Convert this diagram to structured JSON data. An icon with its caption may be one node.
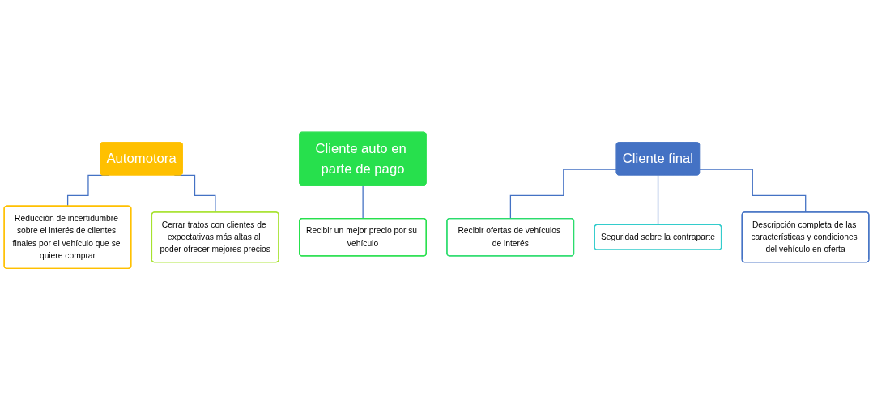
{
  "diagram": {
    "nodes": [
      {
        "text": [
          "Automotora"
        ]
      },
      {
        "text": [
          "Reducción de incertidumbre sobre el interés de clientes finales por el vehículo que se quiere comprar"
        ]
      },
      {
        "text": [
          "Cerrar tratos con clientes de expectativas más altas al poder ofrecer mejores precios"
        ]
      },
      {
        "text": [
          "Cliente auto en parte de pago"
        ]
      },
      {
        "text": [
          "Recibir un mejor precio por su vehículo"
        ]
      },
      {
        "text": [
          "Cliente final"
        ]
      },
      {
        "text": [
          "Recibir ofertas de vehículos de interés"
        ]
      },
      {
        "text": [
          "Seguridad sobre la contraparte"
        ]
      },
      {
        "text": [
          "Descripción completa de las características y condiciones del vehículo en oferta"
        ]
      }
    ],
    "edges": [
      {
        "from": 0,
        "to": 1,
        "arrow": "none"
      },
      {
        "from": 0,
        "to": 2,
        "arrow": "none"
      },
      {
        "from": 3,
        "to": 4,
        "arrow": "none"
      },
      {
        "from": 5,
        "to": 6,
        "arrow": "none"
      },
      {
        "from": 5,
        "to": 7,
        "arrow": "none"
      },
      {
        "from": 5,
        "to": 8,
        "arrow": "none"
      }
    ]
  }
}
